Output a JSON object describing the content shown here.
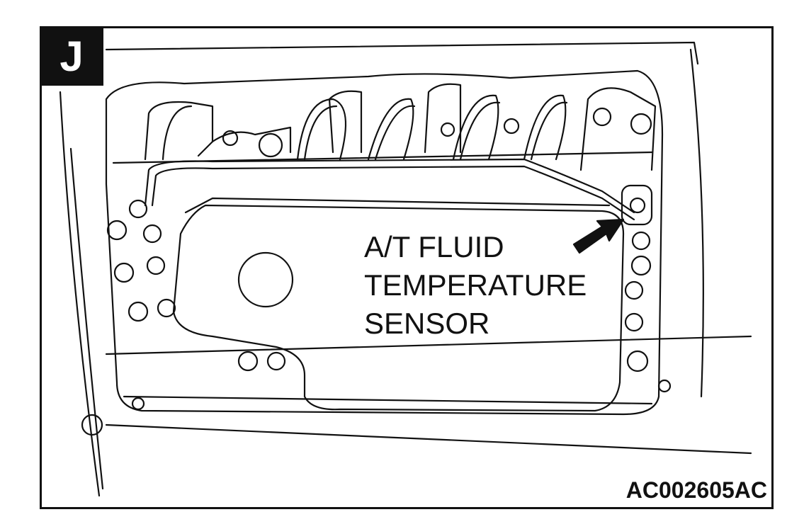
{
  "figure": {
    "panel_letter": "J",
    "callout": {
      "line1": "A/T FLUID",
      "line2": "TEMPERATURE",
      "line3": "SENSOR"
    },
    "figure_code": "AC002605AC"
  }
}
